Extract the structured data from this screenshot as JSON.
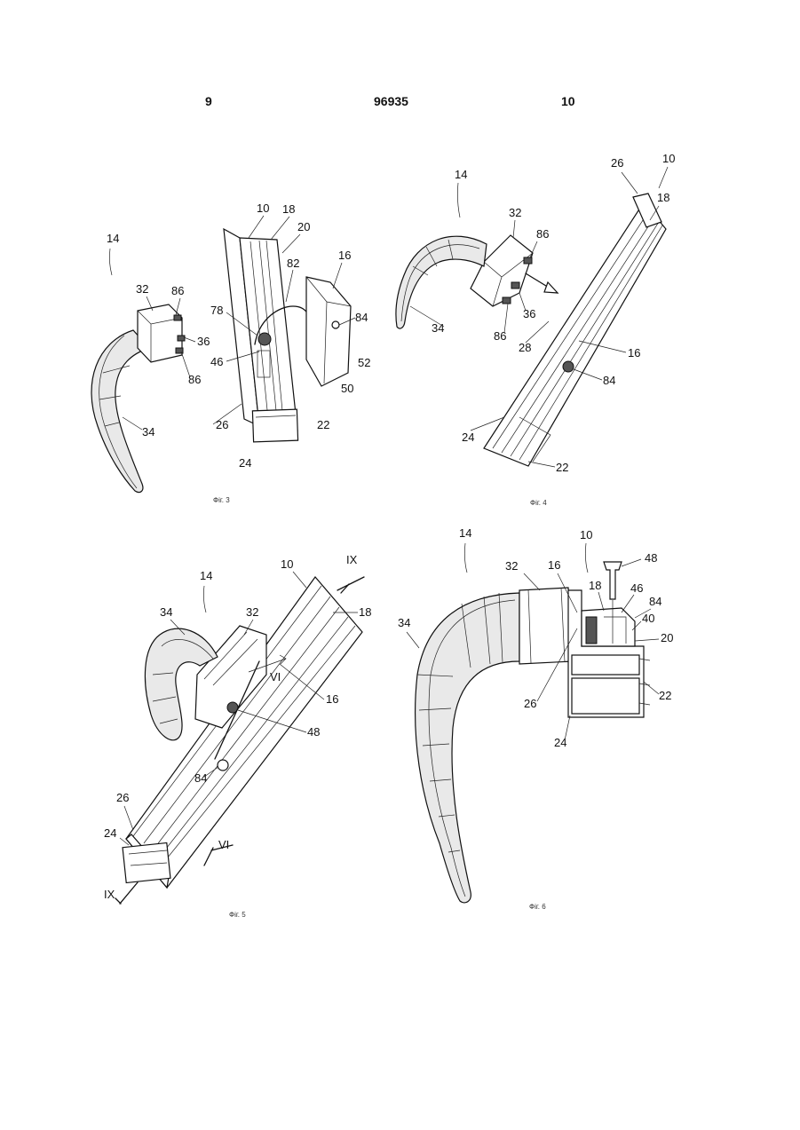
{
  "header": {
    "left": "9",
    "center": "96935",
    "right": "10"
  },
  "figures": [
    {
      "caption": "Фіг. 3",
      "labels": [
        "14",
        "32",
        "86",
        "36",
        "86",
        "34",
        "10",
        "18",
        "20",
        "82",
        "16",
        "84",
        "78",
        "46",
        "52",
        "50",
        "26",
        "22",
        "24"
      ]
    },
    {
      "caption": "Фіг. 4",
      "labels": [
        "14",
        "26",
        "10",
        "18",
        "32",
        "86",
        "36",
        "34",
        "86",
        "28",
        "16",
        "84",
        "24",
        "22"
      ]
    },
    {
      "caption": "Фіг. 5",
      "labels": [
        "10",
        "IX",
        "14",
        "34",
        "32",
        "18",
        "VI",
        "16",
        "48",
        "84",
        "26",
        "24",
        "VI",
        "IX"
      ]
    },
    {
      "caption": "Фіг. 6",
      "labels": [
        "14",
        "10",
        "48",
        "32",
        "16",
        "18",
        "46",
        "84",
        "34",
        "40",
        "20",
        "26",
        "22",
        "24"
      ]
    }
  ]
}
